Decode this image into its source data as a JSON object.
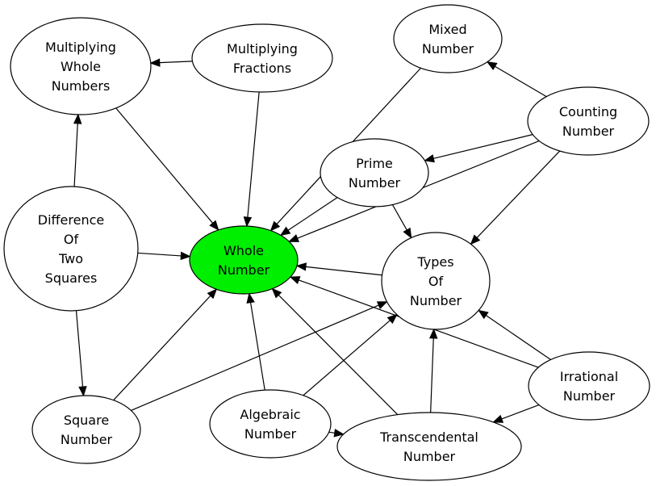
{
  "diagram": {
    "type": "directed-graph",
    "highlight_color": "#00ee00",
    "nodes": [
      {
        "id": "mwn",
        "lines": [
          "Multiplying",
          "Whole",
          "Numbers"
        ],
        "highlight": false
      },
      {
        "id": "mf",
        "lines": [
          "Multiplying",
          "Fractions"
        ],
        "highlight": false
      },
      {
        "id": "mixed",
        "lines": [
          "Mixed",
          "Number"
        ],
        "highlight": false
      },
      {
        "id": "counting",
        "lines": [
          "Counting",
          "Number"
        ],
        "highlight": false
      },
      {
        "id": "prime",
        "lines": [
          "Prime",
          "Number"
        ],
        "highlight": false
      },
      {
        "id": "dots",
        "lines": [
          "Difference",
          "Of",
          "Two",
          "Squares"
        ],
        "highlight": false
      },
      {
        "id": "whole",
        "lines": [
          "Whole",
          "Number"
        ],
        "highlight": true
      },
      {
        "id": "types",
        "lines": [
          "Types",
          "Of",
          "Number"
        ],
        "highlight": false
      },
      {
        "id": "square",
        "lines": [
          "Square",
          "Number"
        ],
        "highlight": false
      },
      {
        "id": "algebraic",
        "lines": [
          "Algebraic",
          "Number"
        ],
        "highlight": false
      },
      {
        "id": "transcendental",
        "lines": [
          "Transcendental",
          "Number"
        ],
        "highlight": false
      },
      {
        "id": "irrational",
        "lines": [
          "Irrational",
          "Number"
        ],
        "highlight": false
      }
    ],
    "edges": [
      {
        "from": "mf",
        "to": "mwn"
      },
      {
        "from": "mwn",
        "to": "whole"
      },
      {
        "from": "mf",
        "to": "whole"
      },
      {
        "from": "mixed",
        "to": "whole"
      },
      {
        "from": "counting",
        "to": "mixed"
      },
      {
        "from": "counting",
        "to": "prime"
      },
      {
        "from": "counting",
        "to": "whole"
      },
      {
        "from": "counting",
        "to": "types"
      },
      {
        "from": "prime",
        "to": "whole"
      },
      {
        "from": "prime",
        "to": "types"
      },
      {
        "from": "dots",
        "to": "mwn"
      },
      {
        "from": "dots",
        "to": "whole"
      },
      {
        "from": "dots",
        "to": "square"
      },
      {
        "from": "types",
        "to": "whole"
      },
      {
        "from": "square",
        "to": "whole"
      },
      {
        "from": "square",
        "to": "types"
      },
      {
        "from": "algebraic",
        "to": "whole"
      },
      {
        "from": "algebraic",
        "to": "types"
      },
      {
        "from": "algebraic",
        "to": "transcendental"
      },
      {
        "from": "transcendental",
        "to": "whole"
      },
      {
        "from": "transcendental",
        "to": "types"
      },
      {
        "from": "irrational",
        "to": "whole"
      },
      {
        "from": "irrational",
        "to": "types"
      },
      {
        "from": "irrational",
        "to": "transcendental"
      }
    ]
  }
}
